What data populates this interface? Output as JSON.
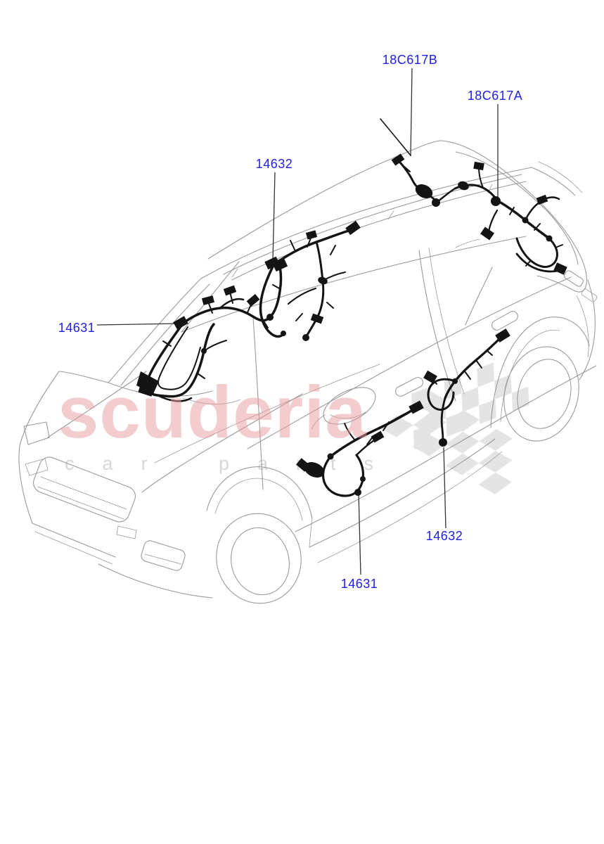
{
  "watermark": {
    "brand": "scuderia",
    "tagline": "car parts"
  },
  "labels": [
    {
      "text": "18C617B"
    },
    {
      "text": "18C617A"
    },
    {
      "text": "14632"
    },
    {
      "text": "14631"
    },
    {
      "text": "14632"
    },
    {
      "text": "14631"
    }
  ],
  "colors": {
    "label_blue": "#1e1eee",
    "vehicle_line_gray": "#9a9a9a",
    "harness_black": "#141414",
    "watermark_pink": "#e89c9c",
    "tagline_gray": "#d7d7d7",
    "flag_gray": "#e3e3e3",
    "background": "#ffffff"
  }
}
